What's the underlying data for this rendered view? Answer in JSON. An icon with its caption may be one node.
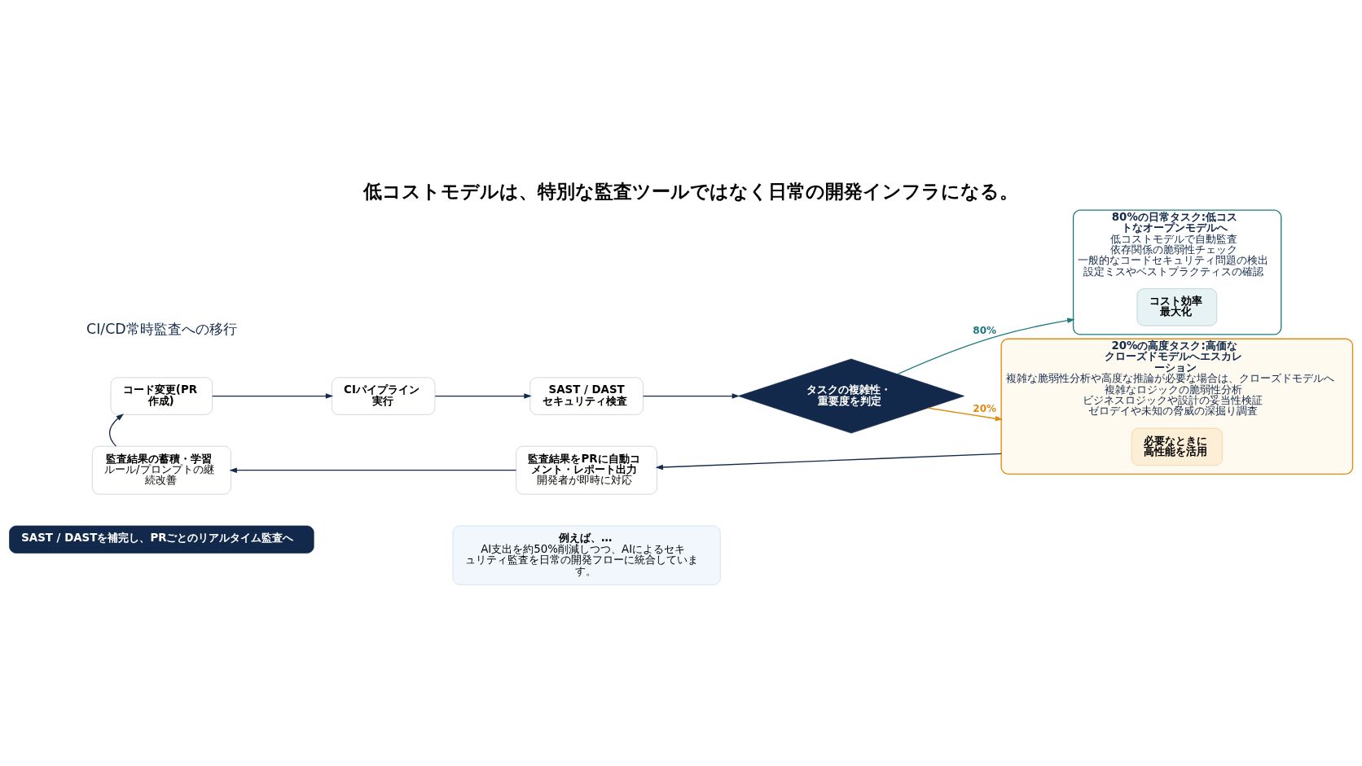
{
  "diagram": {
    "title": "低コストモデルは、特別な監査ツールではなく日常の開発インフラになる。",
    "nodes": [
      {
        "text": [
          "コード変更(PR作成)"
        ]
      },
      {
        "text": [
          "CIパイプライン実行"
        ]
      },
      {
        "text": [
          "SAST / DASTセキュリティ検査"
        ]
      },
      {
        "text": [
          "タスクの複雑性・重要度を判定"
        ]
      },
      {
        "text": [
          "80%の日常タスク:低コストなオープンモデルへ",
          "低コストモデルで自動監査",
          "依存関係の脆弱性チェック",
          "一般的なコードセキュリティ問題の検出",
          "設定ミスやベストプラクティスの確認"
        ]
      },
      {
        "text": [
          "コスト効率最大化"
        ],
        "in": 4
      },
      {
        "text": [
          "20%の高度タスク:高価なクローズドモデルへエスカレーション",
          "複雑な脆弱性分析や高度な推論が必要な場合は、クローズドモデルへ",
          "複雑なロジックの脆弱性分析",
          "ビジネスロジックや設計の妥当性検証",
          "ゼロデイや未知の脅威の深掘り調査"
        ]
      },
      {
        "text": [
          "必要なときに高性能を活用"
        ],
        "in": 6
      },
      {
        "text": [
          "監査結果をPRに自動コメント・レポート出力",
          "開発者が即時に対応"
        ]
      },
      {
        "text": [
          "監査結果の蓄積・学習",
          "ルール/プロンプトの継続改善"
        ]
      },
      {
        "text": [
          "SAST / DASTを補完し、PRごとのリアルタイム監査へ"
        ]
      },
      {
        "text": [
          "例えば、…",
          "AI支出を約50%削減しつつ、AIによるセキュリティ監査を日常の開発フローに統合しています。"
        ]
      }
    ],
    "edges": [
      {
        "from": 0,
        "to": 1,
        "arrow": "to"
      },
      {
        "from": 1,
        "to": 2,
        "arrow": "to"
      },
      {
        "from": 2,
        "to": 3,
        "arrow": "to"
      },
      {
        "from": 3,
        "to": 4,
        "arrow": "to",
        "label": "80%",
        "color": "#1f7a80"
      },
      {
        "from": 3,
        "to": 6,
        "arrow": "to",
        "label": "20%",
        "color": "#e08a12"
      },
      {
        "from": 6,
        "to": 8,
        "arrow": "to"
      },
      {
        "from": 8,
        "to": 9,
        "arrow": "to"
      },
      {
        "from": 9,
        "to": 0,
        "arrow": "to"
      }
    ],
    "labels": [
      "CI/CD常時監査への移行"
    ]
  }
}
